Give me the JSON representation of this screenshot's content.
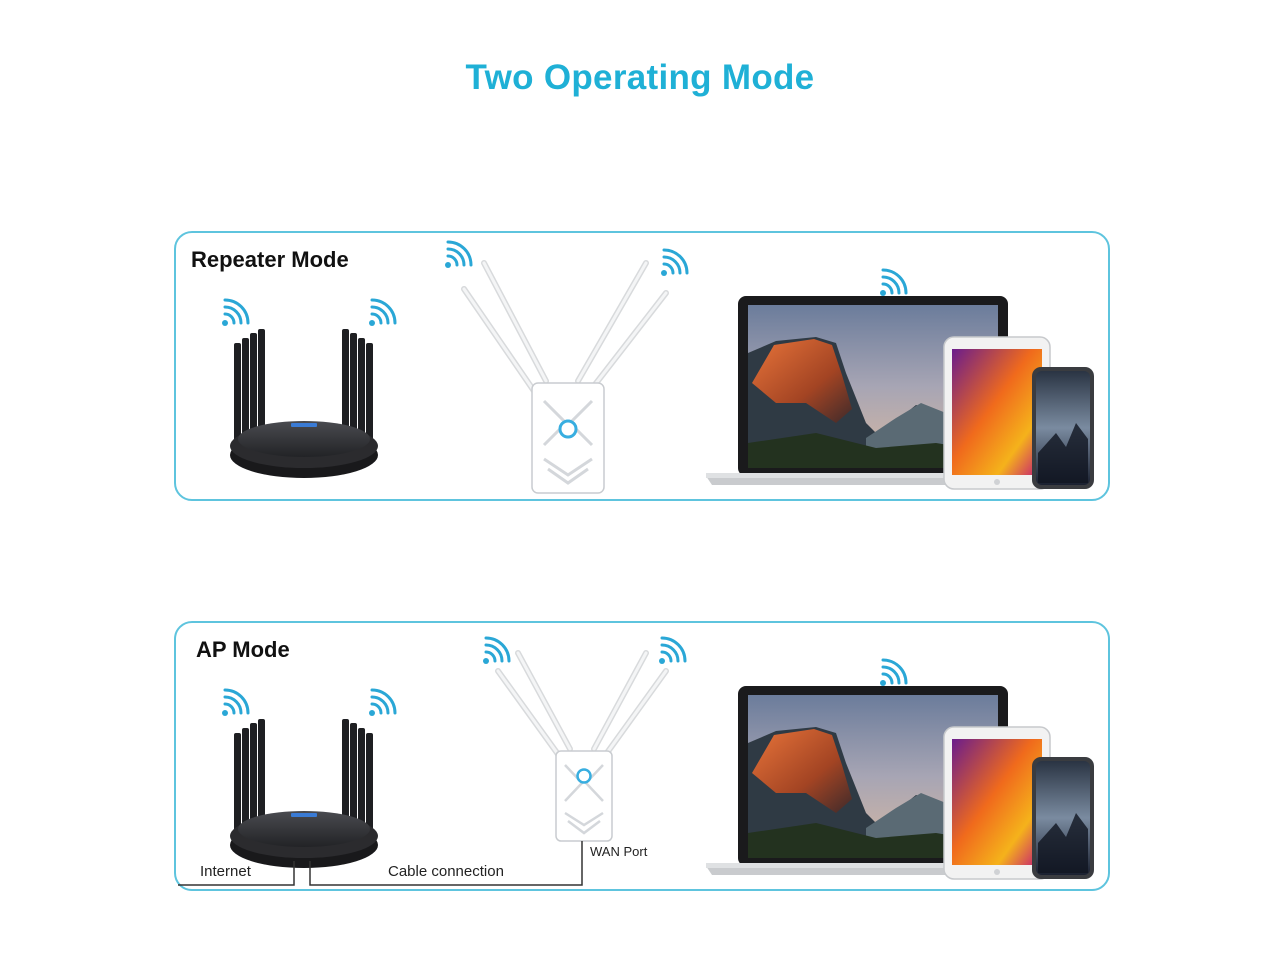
{
  "title": "Two Operating Mode",
  "colors": {
    "accent": "#1fb0d6",
    "panel_border": "#5ec4de",
    "wifi_icon": "#2aa7d6",
    "router_body": "#2b2b2e",
    "extender_body": "#ffffff"
  },
  "panels": {
    "repeater": {
      "label": "Repeater Mode",
      "icons": [
        "wifi-icon",
        "router-icon",
        "extender-icon",
        "laptop-icon",
        "tablet-icon",
        "phone-icon"
      ]
    },
    "ap": {
      "label": "AP Mode",
      "internet_label": "Internet",
      "cable_label": "Cable connection",
      "wan_label": "WAN Port",
      "icons": [
        "wifi-icon",
        "router-icon",
        "extender-icon",
        "laptop-icon",
        "tablet-icon",
        "phone-icon"
      ]
    }
  }
}
